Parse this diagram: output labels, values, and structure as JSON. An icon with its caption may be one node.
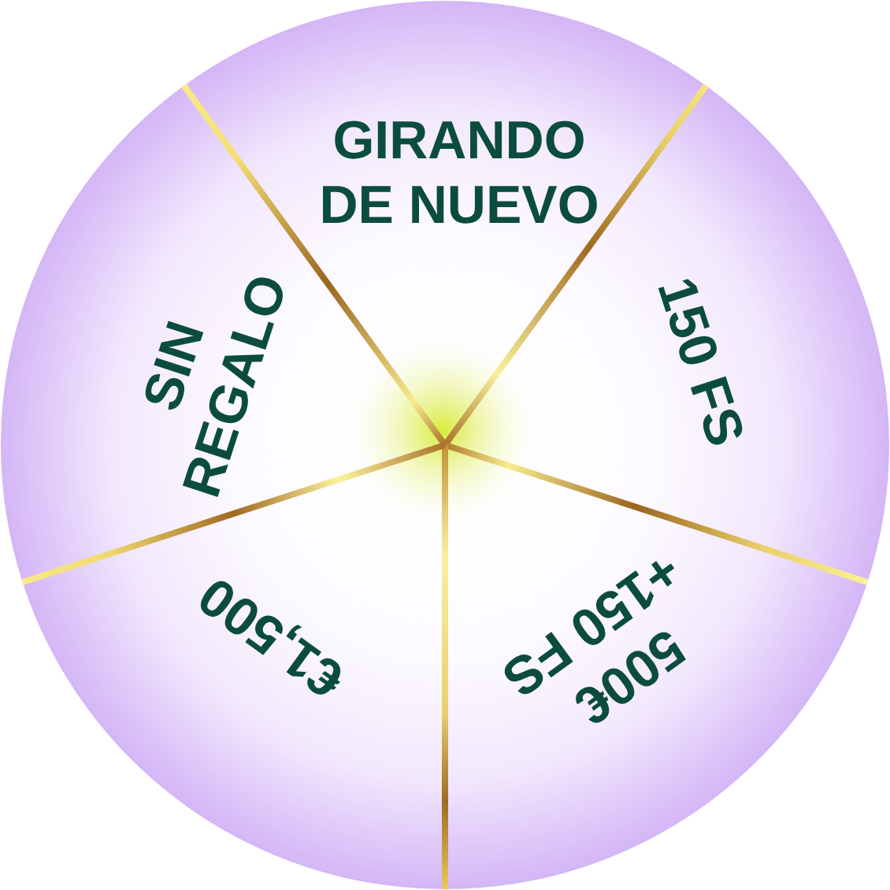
{
  "diagram": {
    "nodes": [
      {
        "text": [
          "GIRANDO DE NUEVO"
        ]
      },
      {
        "text": [
          "150 FS"
        ]
      },
      {
        "text": [
          "500€ +150 FS"
        ]
      },
      {
        "text": [
          "€1,500"
        ]
      },
      {
        "text": [
          "SIN REGALO"
        ]
      }
    ]
  }
}
